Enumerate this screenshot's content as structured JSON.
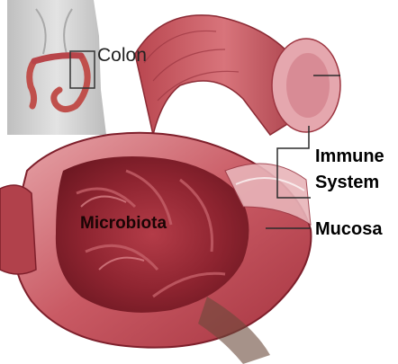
{
  "labels": {
    "colon": "Colon",
    "immune_line1": "Immune",
    "immune_line2": "System",
    "mucosa": "Mucosa",
    "microbiota": "Microbiota"
  },
  "colors": {
    "tissue_dark": "#9a2b36",
    "tissue_mid": "#c2525c",
    "tissue_light": "#e39aa0",
    "tissue_pale": "#f1c8cc",
    "muscle_orange": "#c96a4a",
    "torso_gray": "#c9c9c9",
    "leader_line": "#2b2b2b"
  }
}
